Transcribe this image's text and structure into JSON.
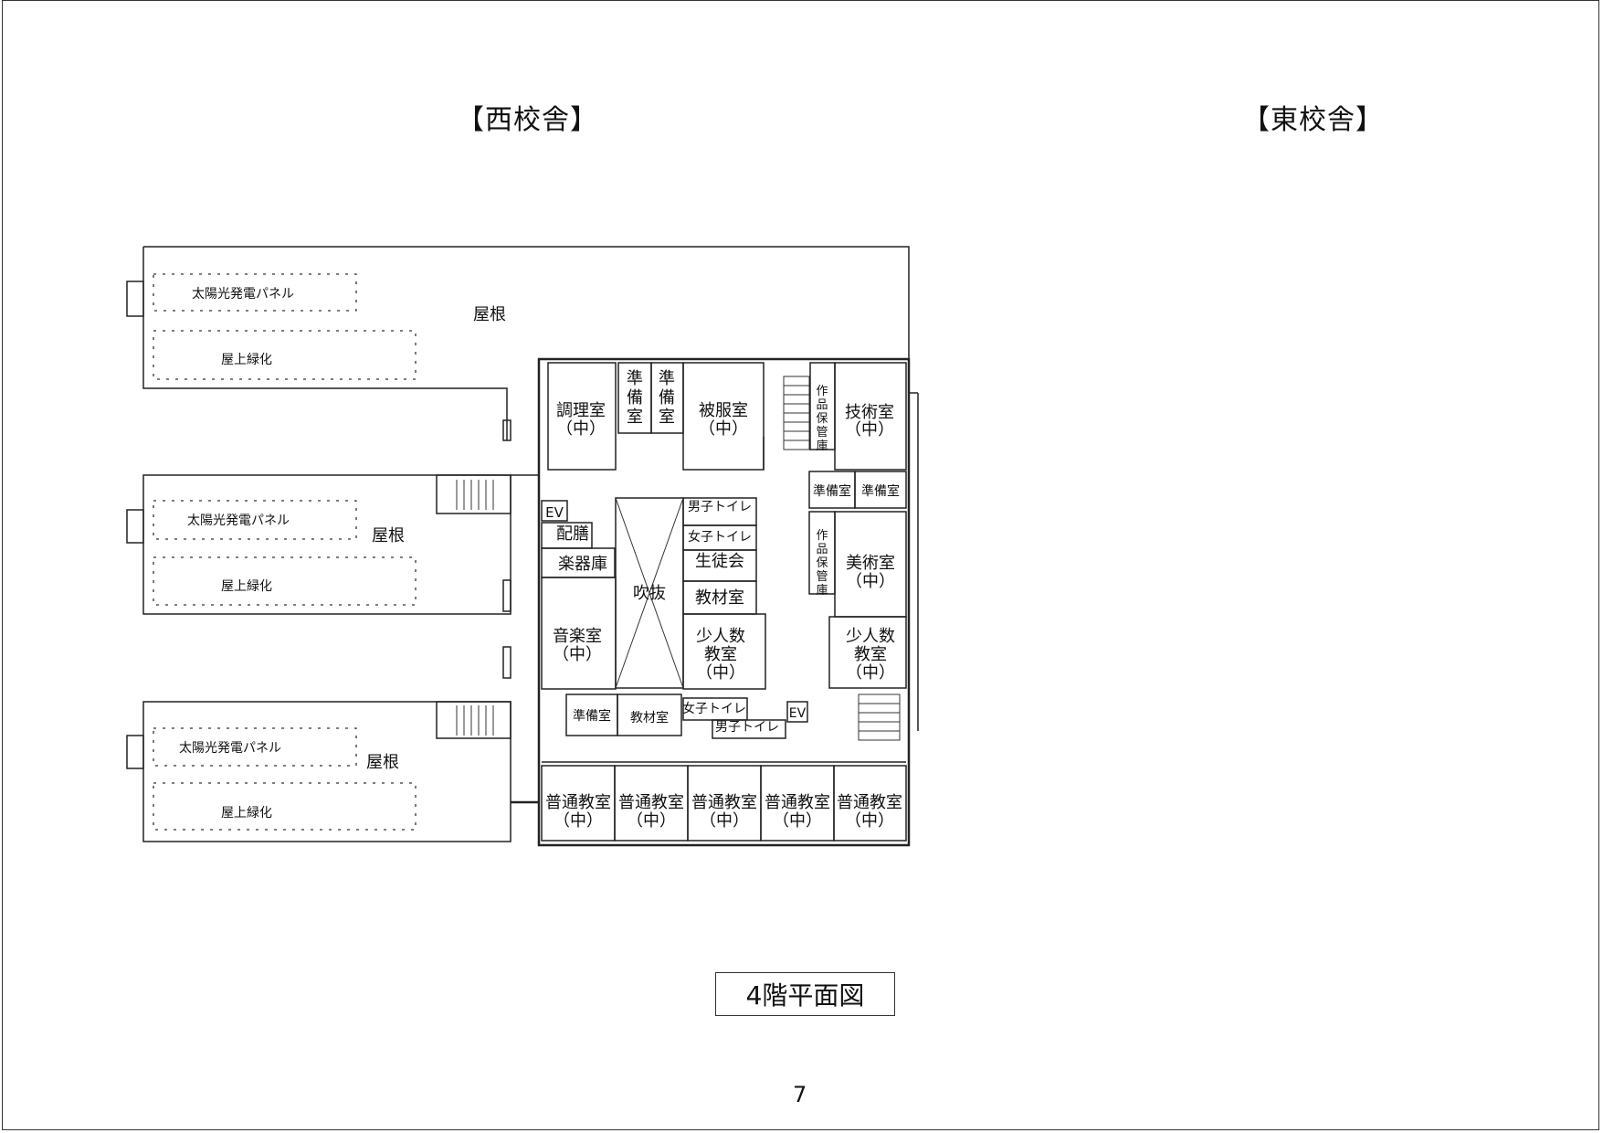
{
  "headers": {
    "west": "【西校舎】",
    "east": "【東校舎】"
  },
  "plan_title": "4階平面図",
  "page_number": "7",
  "roof_blocks": [
    {
      "roof": "屋根",
      "solar": "太陽光発電パネル",
      "green": "屋上緑化"
    },
    {
      "roof": "屋根",
      "solar": "太陽光発電パネル",
      "green": "屋上緑化"
    },
    {
      "roof": "屋根",
      "solar": "太陽光発電パネル",
      "green": "屋上緑化"
    }
  ],
  "rooms": {
    "cooking": [
      "調理室",
      "（中）"
    ],
    "prep_a": [
      "準",
      "備",
      "室"
    ],
    "prep_b": [
      "準",
      "備",
      "室"
    ],
    "clothing": [
      "被服室",
      "（中）"
    ],
    "works_storage_a": [
      "作",
      "品",
      "保",
      "管",
      "庫"
    ],
    "technology": [
      "技術室",
      "（中）"
    ],
    "prep_c": "準備室",
    "prep_d": "準備室",
    "works_storage_b": [
      "作",
      "品",
      "保",
      "管",
      "庫"
    ],
    "art": [
      "美術室",
      "（中）"
    ],
    "ev_west": "EV",
    "serving": "配膳",
    "instrument_storage": "楽器庫",
    "atrium": "吹抜",
    "boys_toilet_north": "男子トイレ",
    "girls_toilet_north": "女子トイレ",
    "student_council": "生徒会",
    "materials_a": "教材室",
    "small_class_a": [
      "少人数",
      "教室",
      "（中）"
    ],
    "small_class_b": [
      "少人数",
      "教室",
      "（中）"
    ],
    "music": [
      "音楽室",
      "（中）"
    ],
    "prep_e": "準備室",
    "materials_b": "教材室",
    "girls_toilet_south": "女子トイレ",
    "boys_toilet_south": "男子トイレ",
    "ev_east": "EV",
    "classrooms": [
      [
        "普通教室",
        "（中）"
      ],
      [
        "普通教室",
        "（中）"
      ],
      [
        "普通教室",
        "（中）"
      ],
      [
        "普通教室",
        "（中）"
      ],
      [
        "普通教室",
        "（中）"
      ]
    ]
  }
}
